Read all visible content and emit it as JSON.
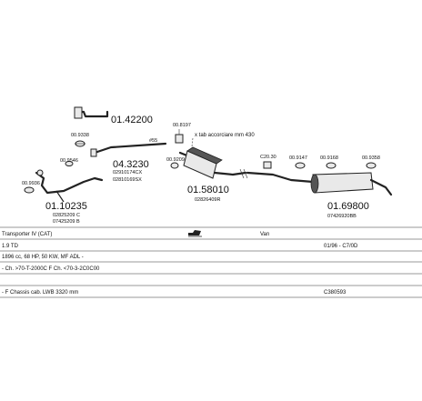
{
  "parts": {
    "p01_42200": "01.42200",
    "p04_3230": "04.3230",
    "p04_3230_code1": "02910174CX",
    "p04_3230_code2": "02810169SX",
    "p01_10235": "01.10235",
    "p01_10235_code1": "02825209 C",
    "p01_10235_code2": "07425209 B",
    "p01_58010": "01.58010",
    "p01_58010_code": "02826409R",
    "p01_69800": "01.69800",
    "p01_69800_code": "07426920BB",
    "p00_9338": "00.9338",
    "p00_9546": "00.9546",
    "p00_9936": "00.9936",
    "p00_8197": "00.8197",
    "p00_9209": "00.9209",
    "p00_2030": "C20.30",
    "p00_9147": "00.9147",
    "p00_9168": "00.9168",
    "p00_9358": "00.9358",
    "hash55": "#55",
    "cut_note": "x tab accorciare mm 430"
  },
  "info": {
    "row1_model": "Transporter IV (CAT)",
    "row1_type": "Van",
    "row2_engine": "1.9 TD",
    "row2_years": "01/96 - C7/0D",
    "row3_spec": "1896 cc, 68 HP, 50 KW, MF ADL -",
    "row4_codes": "- Ch. >70-T-2000C F Ch. <70-3-2C0C00",
    "row5_chassis": "- F Chassis cab. LWB 3320 mm",
    "row5_code": "C380593"
  }
}
